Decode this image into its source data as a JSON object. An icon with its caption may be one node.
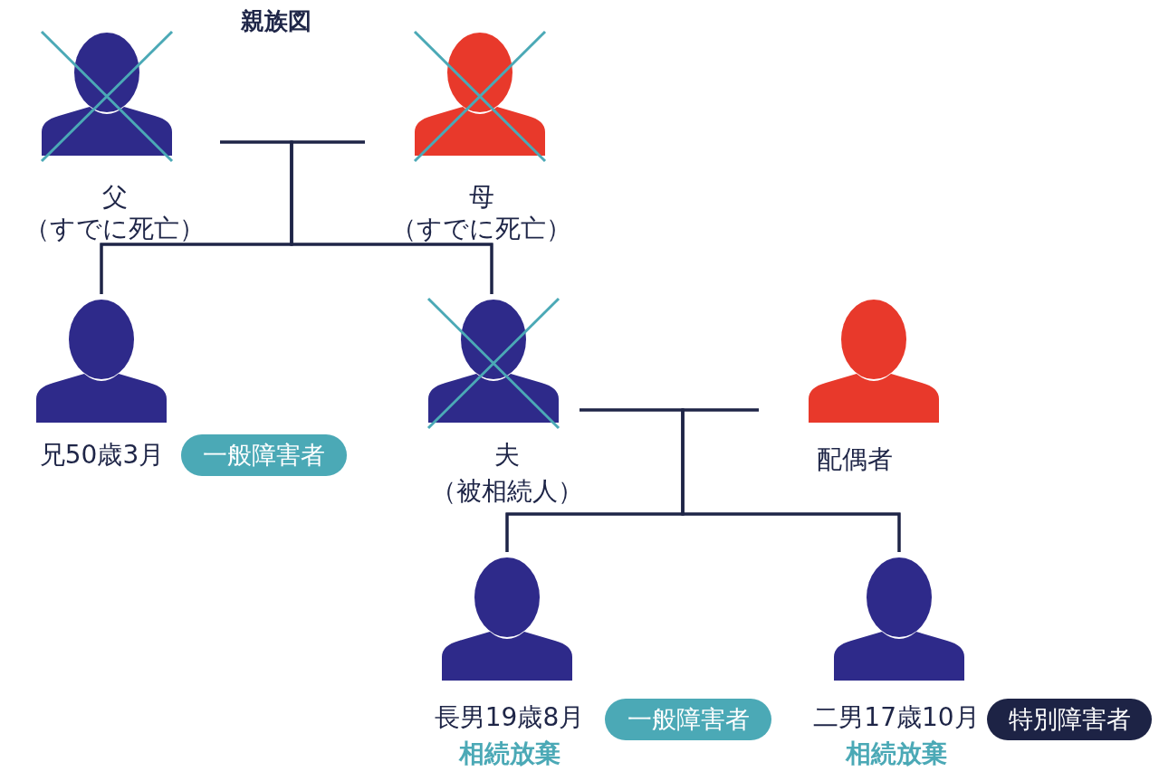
{
  "diagram": {
    "title": "親族図",
    "nodes": [
      {
        "text": [
          "父",
          "（すでに死亡）"
        ]
      },
      {
        "text": [
          "母",
          "（すでに死亡）"
        ]
      },
      {
        "text": [
          "兄50歳3月"
        ]
      },
      {
        "text": [
          "夫",
          "（被相続人）"
        ]
      },
      {
        "text": [
          "配偶者"
        ]
      },
      {
        "text": [
          "長男19歳8月",
          "相続放棄"
        ]
      },
      {
        "text": [
          "二男17歳10月",
          "相続放棄"
        ]
      },
      {
        "text": [
          "一般障害者"
        ]
      },
      {
        "text": [
          "一般障害者"
        ]
      },
      {
        "text": [
          "特別障害者"
        ]
      }
    ],
    "edges": [
      {
        "from": 0,
        "to": 2,
        "arrow": "none"
      },
      {
        "from": 0,
        "to": 3,
        "arrow": "none"
      },
      {
        "from": 1,
        "to": 2,
        "arrow": "none"
      },
      {
        "from": 1,
        "to": 3,
        "arrow": "none"
      },
      {
        "from": 3,
        "to": 5,
        "arrow": "none"
      },
      {
        "from": 3,
        "to": 6,
        "arrow": "none"
      },
      {
        "from": 4,
        "to": 5,
        "arrow": "none"
      },
      {
        "from": 4,
        "to": 6,
        "arrow": "none"
      }
    ]
  }
}
